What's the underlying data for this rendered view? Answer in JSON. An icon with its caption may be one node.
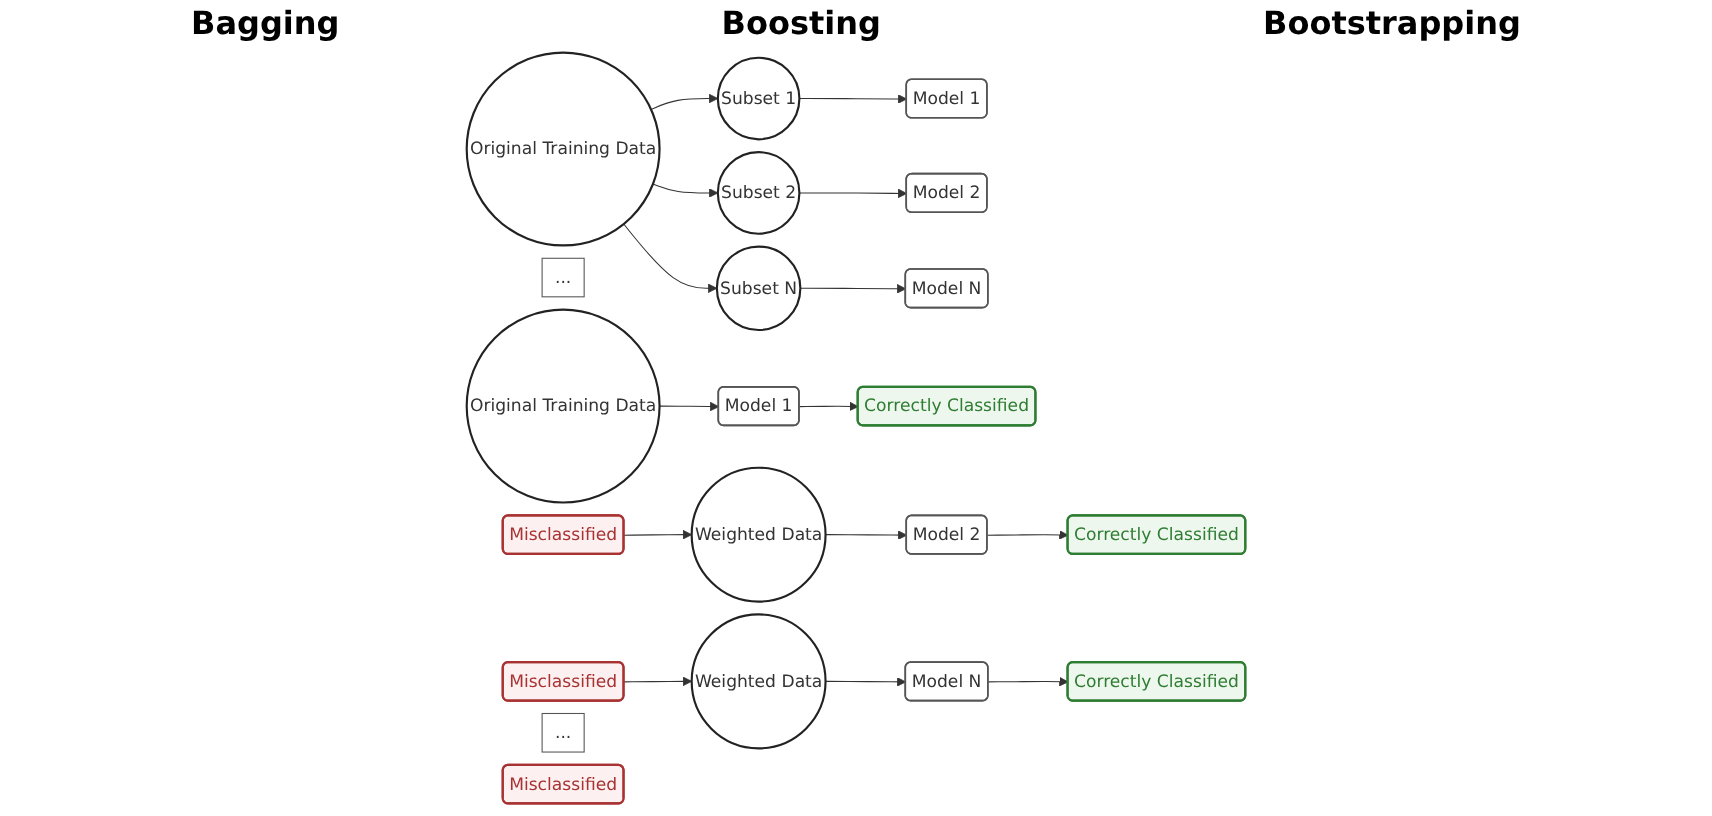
{
  "diagram": {
    "nodes": [
      {
        "text": [
          "Original Training Data"
        ]
      },
      {
        "text": [
          "Subset 1"
        ]
      },
      {
        "text": [
          "Subset 2"
        ]
      },
      {
        "text": [
          "Subset N"
        ]
      },
      {
        "text": [
          "Model 1"
        ]
      },
      {
        "text": [
          "Model 2"
        ]
      },
      {
        "text": [
          "Model N"
        ]
      },
      {
        "text": [
          "..."
        ]
      },
      {
        "text": [
          "Original Training Data"
        ]
      },
      {
        "text": [
          "Model 1"
        ]
      },
      {
        "text": [
          "Correctly Classified"
        ]
      },
      {
        "text": [
          "Misclassified"
        ]
      },
      {
        "text": [
          "Weighted Data"
        ]
      },
      {
        "text": [
          "Model 2"
        ]
      },
      {
        "text": [
          "Correctly Classified"
        ]
      },
      {
        "text": [
          "Misclassified"
        ]
      },
      {
        "text": [
          "..."
        ]
      },
      {
        "text": [
          "Weighted Data"
        ]
      },
      {
        "text": [
          "Model N"
        ]
      },
      {
        "text": [
          "Correctly Classified"
        ]
      },
      {
        "text": [
          "Misclassified"
        ]
      }
    ],
    "edges": [
      {
        "from": 0,
        "to": 1,
        "arrow": "to"
      },
      {
        "from": 0,
        "to": 2,
        "arrow": "to"
      },
      {
        "from": 0,
        "to": 3,
        "arrow": "to"
      },
      {
        "from": 1,
        "to": 4,
        "arrow": "to"
      },
      {
        "from": 2,
        "to": 5,
        "arrow": "to"
      },
      {
        "from": 3,
        "to": 6,
        "arrow": "to"
      },
      {
        "from": 8,
        "to": 9,
        "arrow": "to"
      },
      {
        "from": 9,
        "to": 10,
        "arrow": "to"
      },
      {
        "from": 11,
        "to": 12,
        "arrow": "to"
      },
      {
        "from": 12,
        "to": 13,
        "arrow": "to"
      },
      {
        "from": 13,
        "to": 14,
        "arrow": "to"
      },
      {
        "from": 15,
        "to": 17,
        "arrow": "to"
      },
      {
        "from": 17,
        "to": 18,
        "arrow": "to"
      },
      {
        "from": 18,
        "to": 19,
        "arrow": "to"
      }
    ],
    "labels": [
      "Bagging",
      "Boosting",
      "Bootstrapping"
    ]
  }
}
